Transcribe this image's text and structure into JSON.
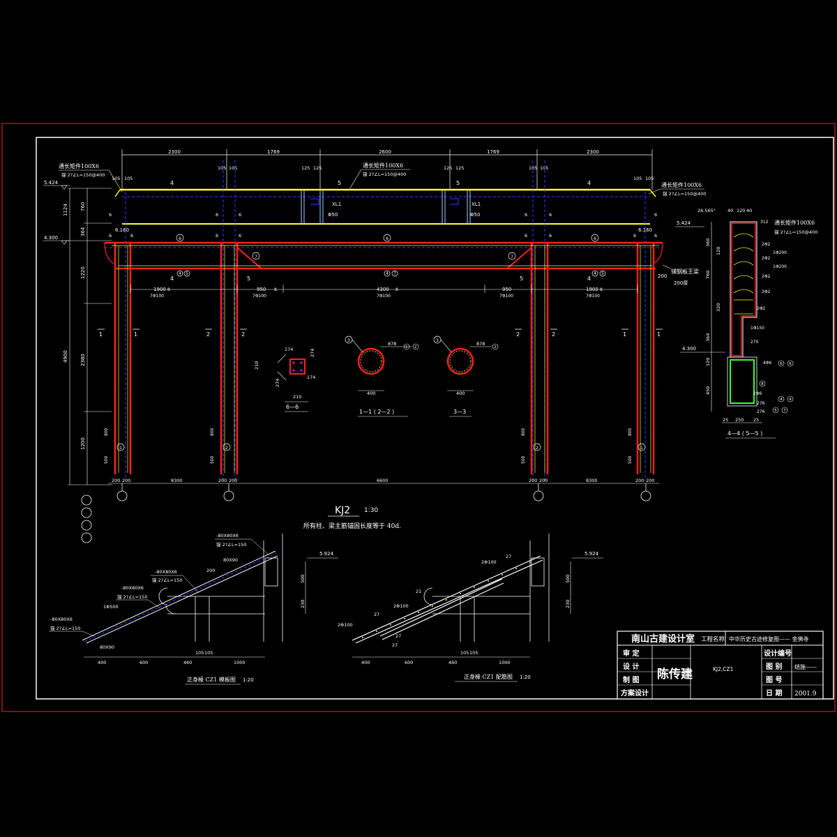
{
  "kj2": {
    "top_dims": [
      "2300",
      "1769",
      "2600",
      "1769",
      "2300"
    ],
    "sub_dims": [
      "105",
      "105",
      "105",
      "105",
      "125",
      "125",
      "125",
      "125",
      "105",
      "105",
      "105",
      "105"
    ],
    "brace_label": "通长矩件100X6",
    "brace_note": "锚 2?∠L=150@400",
    "elev_top": "5.424",
    "elev_mid": "4.300",
    "left_dims": [
      "1124",
      "760",
      "364",
      "1220",
      "4900",
      "2380",
      "1200",
      "500",
      "800"
    ],
    "beam_labels": [
      "4",
      "5",
      "5",
      "4"
    ],
    "markers": [
      "6",
      "6",
      "6",
      "6",
      "6",
      "6",
      "6"
    ],
    "xl": [
      "XL1",
      "XL1"
    ],
    "phi": [
      "Φ50",
      "Φ50"
    ],
    "under_dims": [
      "1900",
      "950",
      "4300",
      "950",
      "1900"
    ],
    "under_sub": [
      "7Φ100",
      "7Φ100",
      "7Φ100",
      "7Φ100",
      "7Φ100"
    ],
    "col_labels": [
      "1",
      "1",
      "2",
      "2",
      "2",
      "2",
      "1",
      "1"
    ],
    "col_circ": [
      "1",
      "2",
      "2",
      "1"
    ],
    "bottom_dims": [
      "200",
      "200",
      "8300",
      "200",
      "200",
      "6600",
      "200",
      "200",
      "8300",
      "200",
      "200"
    ],
    "right_note_1": "铺钢板王梁",
    "right_note_2": "200厚",
    "right_200": "200",
    "title": "KJ2",
    "scale": "1:30",
    "note": "所有柱、梁主筋锚固长度等于 40d."
  },
  "sections": {
    "s66": {
      "label": "6—6",
      "dims": [
        "174",
        "174",
        "274",
        "274",
        "210",
        "210"
      ]
    },
    "s11": {
      "label": "1—1 ( 2—2 )",
      "dim": "400",
      "rebar": "878",
      "tags": [
        "3",
        "1",
        "2"
      ]
    },
    "s33": {
      "label": "3—3",
      "dim": "400",
      "rebar": "878",
      "tags": [
        "3",
        "2"
      ]
    },
    "s44": {
      "label": "4—4 ( 5—5 )",
      "angle": "26.565°",
      "top_dims": [
        "40",
        "120",
        "40"
      ],
      "elev_top": "5.424",
      "elev_mid": "4.300",
      "brace_label": "通长矩件100X6",
      "brace_note": "锚 2?∠L=150@400",
      "right_labels": [
        "312",
        "2Φ2",
        "1Φ200",
        "2Φ2",
        "1Φ200",
        "2Φ2",
        "2Φ2",
        "1Φ150",
        "270",
        "4Φ6",
        "Φ",
        "2Φ6",
        "276",
        "276"
      ],
      "left_dims": [
        "360",
        "120",
        "760",
        "320",
        "364",
        "120",
        "450"
      ],
      "bottom_dims": [
        "25",
        "250",
        "25"
      ],
      "tags": [
        "6",
        "6",
        "8",
        "4",
        "4",
        "5",
        "7"
      ]
    }
  },
  "bottom_left": {
    "caption": "正身椽 CZ1 模板图",
    "scale": "1:20",
    "labels": [
      "-80X80X6",
      "锚 2?∠L=150",
      "-80X80X6",
      "锚 2?∠L=150",
      "-80X80X6",
      "锚 2?∠L=150",
      "80X90",
      "-80X80X6",
      "锚 2?∠L=150",
      "1Φ500",
      "80X90",
      "200"
    ],
    "elev": "5.924",
    "dims": [
      "400",
      "600",
      "460",
      "1000",
      "105",
      "105",
      "500",
      "230"
    ]
  },
  "bottom_right": {
    "caption": "正身椽 CZ1 配筋图",
    "scale": "1:20",
    "labels": [
      "2Φ100",
      "27",
      "21",
      "2Φ100",
      "27",
      "2Φ100",
      "27",
      "27",
      "27"
    ],
    "elev": "5.924",
    "dims": [
      "400",
      "600",
      "460",
      "1000",
      "105",
      "105",
      "500",
      "230"
    ]
  },
  "titleblock": {
    "company": "南山古建设计室",
    "project_label": "工程名称",
    "project": "中华历史古迹修复图—— 金佛寺",
    "rows": [
      "审 定",
      "设 计",
      "制 图",
      "方案设计"
    ],
    "signature": "陈传建",
    "drawing": "KJ2,CZ1",
    "right_labels": [
      "设计编号",
      "图 别",
      "图 号",
      "日 期"
    ],
    "right_values": [
      "",
      "结施——",
      "",
      "2001.9"
    ]
  },
  "axis_bubbles": [
    "",
    "",
    "",
    ""
  ],
  "colors": {
    "frame": "#ff2020",
    "yellow": "#ffff33",
    "blue": "#3a3aff",
    "cyan": "#00e0e0",
    "green": "#33ff33",
    "white": "#ffffff",
    "magenta": "#ff00ff"
  }
}
